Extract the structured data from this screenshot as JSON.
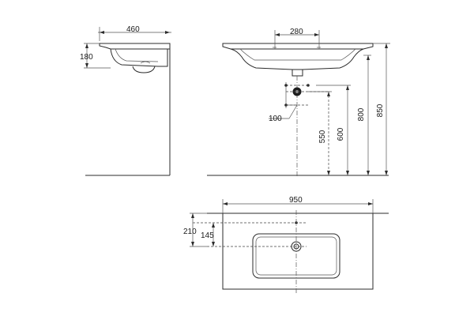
{
  "dimensions": {
    "side_depth": "460",
    "side_height": "180",
    "front_taps_spacing": "280",
    "front_waste_offset": "100",
    "front_h550": "550",
    "front_h600": "600",
    "front_h800": "800",
    "front_h850": "850",
    "top_width": "950",
    "top_210": "210",
    "top_145": "145"
  }
}
